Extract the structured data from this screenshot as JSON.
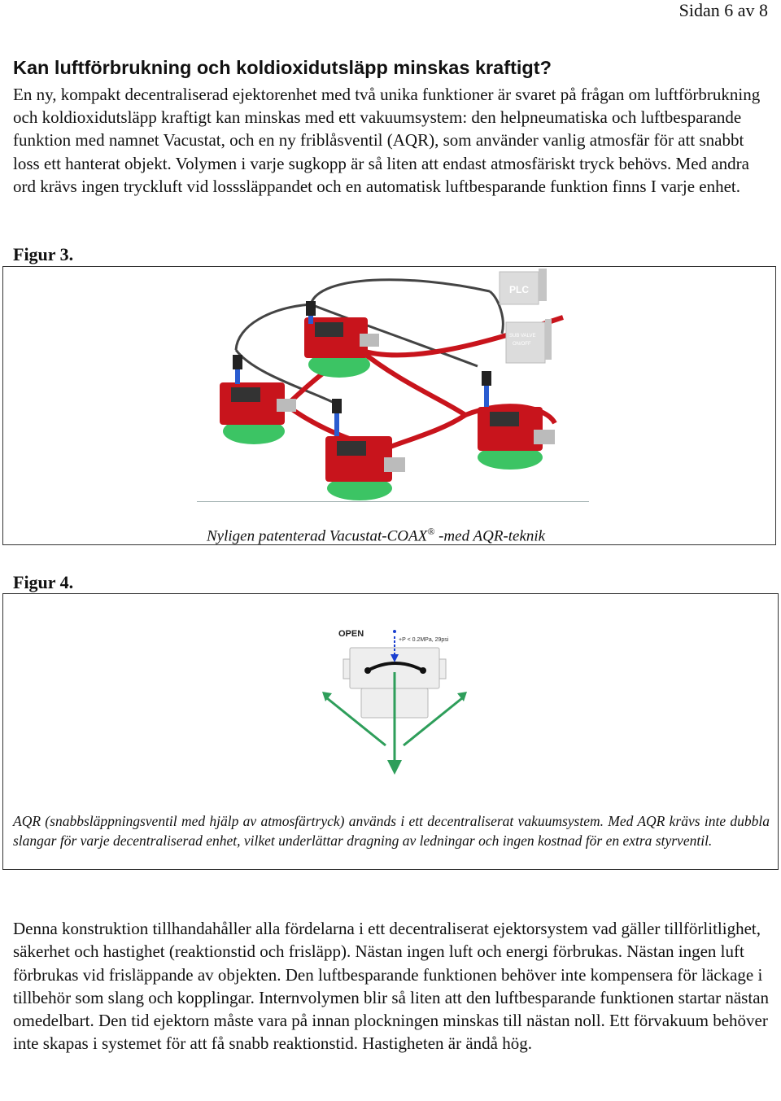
{
  "page": {
    "number": "Sidan 6 av 8"
  },
  "heading": "Kan luftförbrukning och koldioxidutsläpp minskas kraftigt?",
  "intro": "En ny, kompakt decentraliserad ejektorenhet med två unika funktioner är svaret på frågan om luftförbrukning och koldioxidutsläpp kraftigt kan minskas med ett vakuumsystem: den helpneumatiska och luftbesparande funktion med namnet Vacustat, och en ny friblåsventil (AQR), som använder vanlig atmosfär för att snabbt loss ett hanterat objekt. Volymen i varje sugkopp är så liten att endast atmosfäriskt tryck behövs. Med andra ord krävs ingen tryckluft vid losssläppandet och en automatisk luftbesparande funktion finns I varje enhet.",
  "figure3": {
    "label": "Figur 3.",
    "caption_main": "Nyligen patenterad Vacustat-COAX",
    "caption_sup": "®",
    "caption_tail": " -med AQR-teknik",
    "plc_label": "PLC",
    "valve_label_1": "SUB VALVE",
    "valve_label_2": "ON/OFF"
  },
  "figure4": {
    "label": "Figur 4.",
    "open_label": "OPEN",
    "pressure_label": "+P  < 0.2MPa, 29psi",
    "caption": "AQR (snabbsläppningsventil med hjälp av atmosfärtryck) används i ett decentraliserat vakuumsystem. Med AQR krävs inte dubbla slangar för varje decentraliserad enhet, vilket underlättar dragning av ledningar och ingen kostnad för en extra styrventil."
  },
  "body": "Denna konstruktion tillhandahåller alla fördelarna i ett decentraliserat ejektorsystem vad gäller tillförlitlighet, säkerhet och hastighet (reaktionstid och frisläpp). Nästan ingen luft och energi förbrukas. Nästan ingen luft förbrukas vid frisläppande av objekten. Den luftbesparande funktionen behöver inte kompensera för läckage i tillbehör som slang och kopplingar. Internvolymen blir så liten att den luftbesparande funktionen startar nästan omedelbart. Den tid ejektorn måste vara på innan plockningen minskas till nästan noll. Ett förvakuum behöver inte skapas i systemet för att få snabb reaktionstid. Hastigheten är ändå hög.",
  "colors": {
    "unit_red": "#c8141c",
    "cup_green": "#3cc464",
    "arrow_green": "#2e9e5a",
    "arrow_blue": "#1a3fd0"
  }
}
